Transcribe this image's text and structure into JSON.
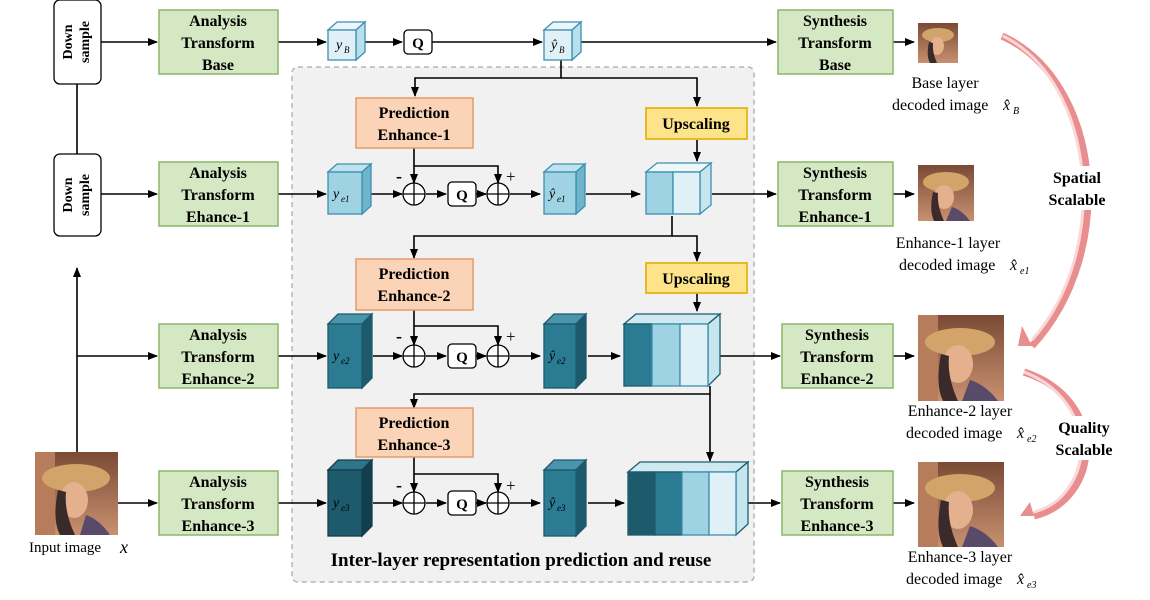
{
  "colors": {
    "analysis_fill": "#d5e8c4",
    "analysis_stroke": "#8cb56a",
    "prediction_fill": "#fbd3b6",
    "prediction_stroke": "#e59a6a",
    "upscaling_fill": "#fde38a",
    "upscaling_stroke": "#e3b514",
    "inter_bg": "#f1f1f1",
    "inter_stroke": "#b5b5b5",
    "arrow_curve": "#e88e8e",
    "light_blue": "#dff0f7",
    "mid_blue": "#9fd2e2",
    "teal": "#4fa2b8",
    "dark_teal": "#2b7b92",
    "darker_teal": "#1d5a6c"
  },
  "down_sample": {
    "line1": "Down",
    "line2": "sample"
  },
  "analysis": [
    {
      "line1": "Analysis",
      "line2": "Transform",
      "line3": "Base"
    },
    {
      "line1": "Analysis",
      "line2": "Transform",
      "line3": "Ehance-1"
    },
    {
      "line1": "Analysis",
      "line2": "Transform",
      "line3": "Enhance-2"
    },
    {
      "line1": "Analysis",
      "line2": "Transform",
      "line3": "Enhance-3"
    }
  ],
  "synthesis": [
    {
      "line1": "Synthesis",
      "line2": "Transform",
      "line3": "Base"
    },
    {
      "line1": "Synthesis",
      "line2": "Transform",
      "line3": "Enhance-1"
    },
    {
      "line1": "Synthesis",
      "line2": "Transform",
      "line3": "Enhance-2"
    },
    {
      "line1": "Synthesis",
      "line2": "Transform",
      "line3": "Enhance-3"
    }
  ],
  "prediction": [
    {
      "line1": "Prediction",
      "line2": "Enhance-1"
    },
    {
      "line1": "Prediction",
      "line2": "Enhance-2"
    },
    {
      "line1": "Prediction",
      "line2": "Enhance-3"
    }
  ],
  "upscaling_label": "Upscaling",
  "quantizer_label": "Q",
  "minus_sign": "-",
  "plus_sign": "+",
  "latents": {
    "y": "y",
    "yhat": "ŷ",
    "sub_B": "B",
    "sub_e1": "e1",
    "sub_e2": "e2",
    "sub_e3": "e3"
  },
  "inter_layer_caption": "Inter-layer representation prediction and reuse",
  "input_label": {
    "text": "Input image",
    "var": "x"
  },
  "decoded": [
    {
      "line1": "Base layer",
      "line2": "decoded image",
      "var": "x̂",
      "sub": "B"
    },
    {
      "line1": "Enhance-1 layer",
      "line2": "decoded image",
      "var": "x̂",
      "sub": "e1"
    },
    {
      "line1": "Enhance-2 layer",
      "line2": "decoded image",
      "var": "x̂",
      "sub": "e2"
    },
    {
      "line1": "Enhance-3 layer",
      "line2": "decoded image",
      "var": "x̂",
      "sub": "e3"
    }
  ],
  "scalable": [
    {
      "line1": "Spatial",
      "line2": "Scalable"
    },
    {
      "line1": "Quality",
      "line2": "Scalable"
    }
  ]
}
